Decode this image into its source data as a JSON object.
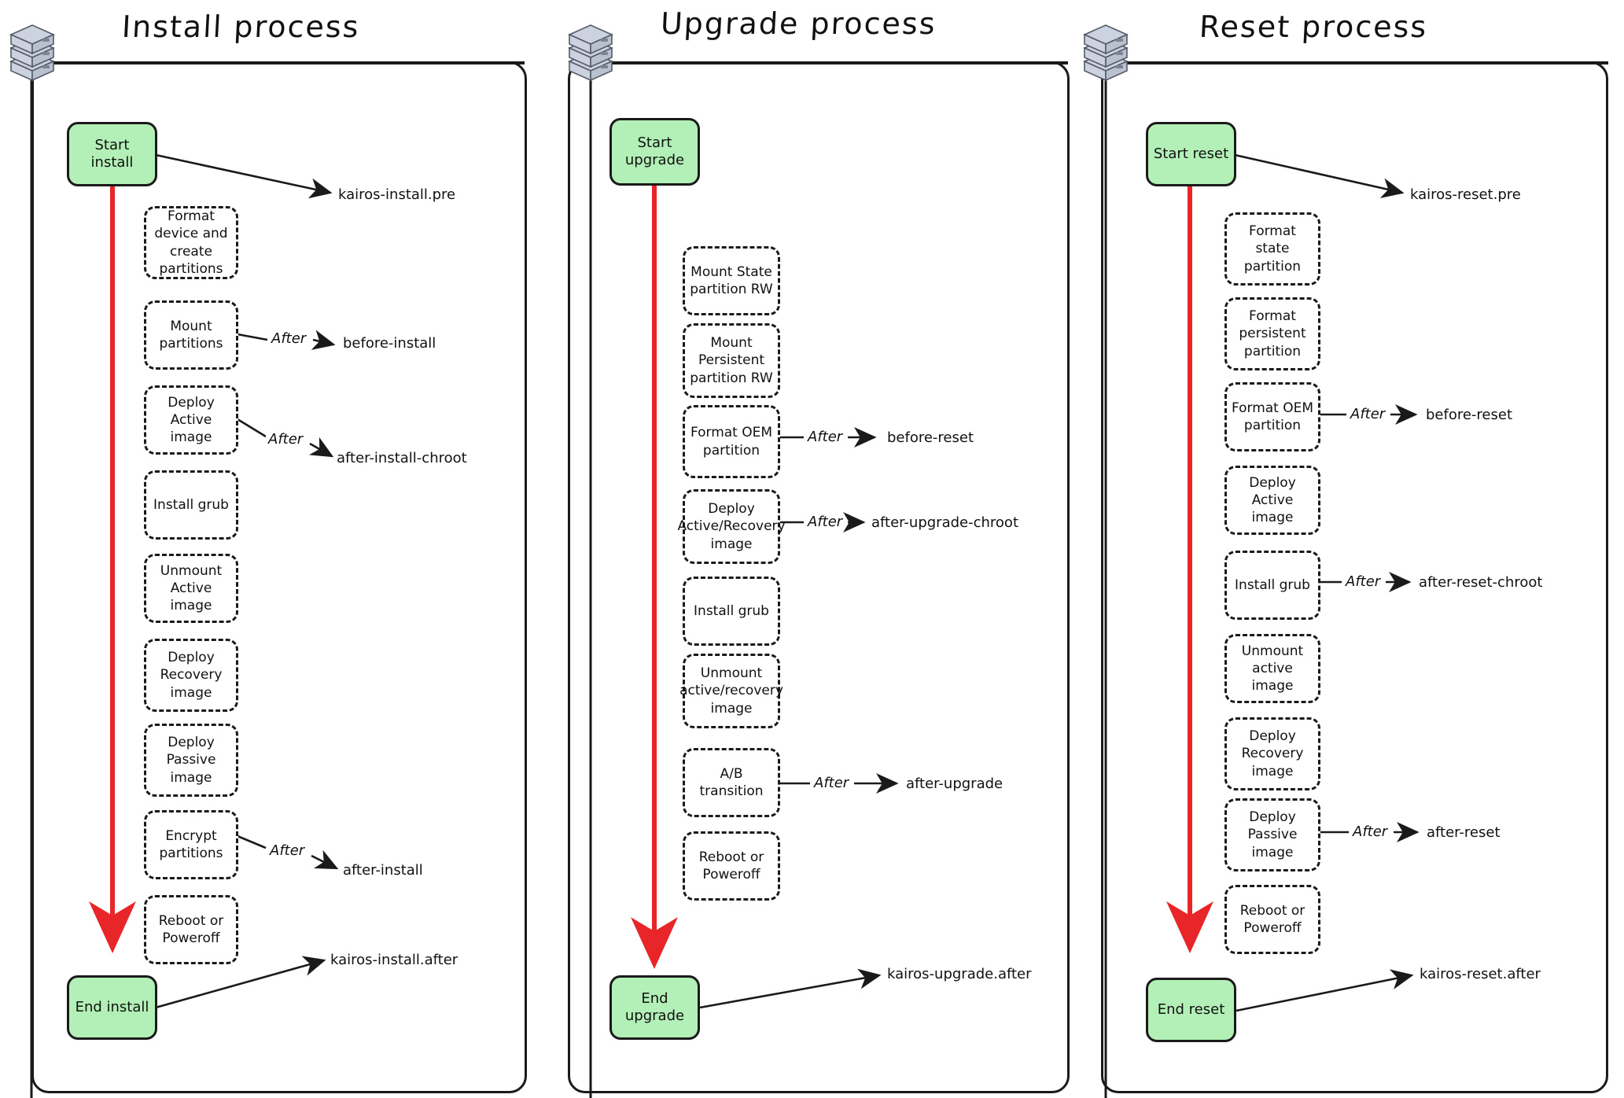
{
  "diagram": {
    "title_font_note": "hand-drawn flowchart",
    "accent_colors": {
      "terminal_fill": "#b3f0b8",
      "lifeline_red": "#e8262a",
      "stroke": "#1a1a1a",
      "server_icon": "#ccd2df"
    },
    "columns": [
      {
        "id": "install",
        "title": "Install process",
        "icon": "server-stack-icon",
        "start_node": "Start install",
        "end_node": "End install",
        "steps": [
          "Format device and create partitions",
          "Mount partitions",
          "Deploy Active image",
          "Install grub",
          "Unmount Active image",
          "Deploy Recovery image",
          "Deploy Passive image",
          "Encrypt partitions",
          "Reboot or Poweroff"
        ],
        "hooks": [
          {
            "label": "kairos-install.pre",
            "edge_label": "",
            "from": "Start install"
          },
          {
            "label": "before-install",
            "edge_label": "After",
            "from": "Mount partitions"
          },
          {
            "label": "after-install-chroot",
            "edge_label": "After",
            "from": "Deploy Active image"
          },
          {
            "label": "after-install",
            "edge_label": "After",
            "from": "Encrypt partitions"
          },
          {
            "label": "kairos-install.after",
            "edge_label": "",
            "from": "End install"
          }
        ]
      },
      {
        "id": "upgrade",
        "title": "Upgrade process",
        "icon": "server-stack-icon",
        "start_node": "Start upgrade",
        "end_node": "End upgrade",
        "steps": [
          "Mount State partition RW",
          "Mount Persistent partition RW",
          "Format OEM partition",
          "Deploy Active/Recovery image",
          "Install grub",
          "Unmount active/recovery image",
          "A/B transition",
          "Reboot or Poweroff"
        ],
        "hooks": [
          {
            "label": "before-reset",
            "edge_label": "After",
            "from": "Format OEM partition"
          },
          {
            "label": "after-upgrade-chroot",
            "edge_label": "After",
            "from": "Deploy Active/Recovery image"
          },
          {
            "label": "after-upgrade",
            "edge_label": "After",
            "from": "A/B transition"
          },
          {
            "label": "kairos-upgrade.after",
            "edge_label": "",
            "from": "End upgrade"
          }
        ]
      },
      {
        "id": "reset",
        "title": "Reset process",
        "icon": "server-stack-icon",
        "start_node": "Start reset",
        "end_node": "End reset",
        "steps": [
          "Format state partition",
          "Format persistent partition",
          "Format OEM partition",
          "Deploy Active image",
          "Install grub",
          "Unmount active image",
          "Deploy Recovery image",
          "Deploy Passive image",
          "Reboot or Poweroff"
        ],
        "hooks": [
          {
            "label": "kairos-reset.pre",
            "edge_label": "",
            "from": "Start reset"
          },
          {
            "label": "before-reset",
            "edge_label": "After",
            "from": "Format OEM partition"
          },
          {
            "label": "after-reset-chroot",
            "edge_label": "After",
            "from": "Install grub"
          },
          {
            "label": "after-reset",
            "edge_label": "After",
            "from": "Deploy Passive image"
          },
          {
            "label": "kairos-reset.after",
            "edge_label": "",
            "from": "End reset"
          }
        ]
      }
    ]
  },
  "install": {
    "title": "Install process",
    "start": "Start install",
    "end": "End install",
    "s0": "Format device and create partitions",
    "s1": "Mount partitions",
    "s2": "Deploy Active image",
    "s3": "Install grub",
    "s4": "Unmount Active image",
    "s5": "Deploy Recovery image",
    "s6": "Deploy Passive image",
    "s7": "Encrypt partitions",
    "s8": "Reboot or Poweroff",
    "h0": "kairos-install.pre",
    "h1": "before-install",
    "h2": "after-install-chroot",
    "h3": "after-install",
    "h4": "kairos-install.after",
    "e1": "After",
    "e2": "After",
    "e3": "After"
  },
  "upgrade": {
    "title": "Upgrade process",
    "start": "Start upgrade",
    "end": "End upgrade",
    "s0": "Mount State partition RW",
    "s1": "Mount Persistent partition RW",
    "s2": "Format OEM partition",
    "s3": "Deploy Active/Recovery image",
    "s4": "Install grub",
    "s5": "Unmount active/recovery image",
    "s6": "A/B transition",
    "s7": "Reboot or Poweroff",
    "h0": "before-reset",
    "h1": "after-upgrade-chroot",
    "h2": "after-upgrade",
    "h3": "kairos-upgrade.after",
    "e0": "After",
    "e1": "After",
    "e2": "After"
  },
  "reset": {
    "title": "Reset process",
    "start": "Start reset",
    "end": "End reset",
    "s0": "Format state partition",
    "s1": "Format persistent partition",
    "s2": "Format OEM partition",
    "s3": "Deploy Active image",
    "s4": "Install grub",
    "s5": "Unmount active image",
    "s6": "Deploy Recovery image",
    "s7": "Deploy Passive image",
    "s8": "Reboot or Poweroff",
    "h0": "kairos-reset.pre",
    "h1": "before-reset",
    "h2": "after-reset-chroot",
    "h3": "after-reset",
    "h4": "kairos-reset.after",
    "e1": "After",
    "e2": "After",
    "e3": "After"
  }
}
